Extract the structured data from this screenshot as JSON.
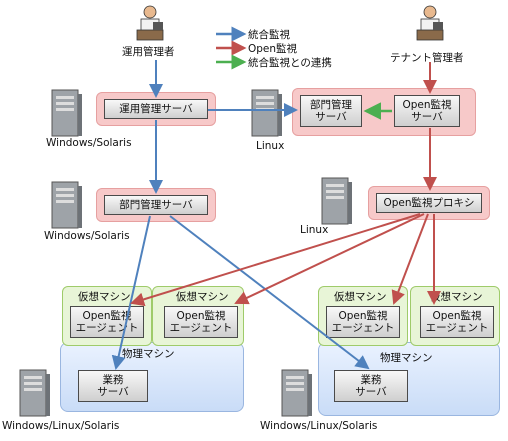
{
  "legend": {
    "integrated": "統合監視",
    "open": "Open監視",
    "link": "統合監視との連携",
    "colors": {
      "integrated": "#4f81bd",
      "open": "#c0504d",
      "link": "#4caf50"
    }
  },
  "actors": {
    "ops_admin": "運用管理者",
    "tenant_admin": "テナント管理者"
  },
  "nodes": {
    "ops_server": "運用管理サーバ",
    "dept_server_top_line1": "部門管理",
    "dept_server_top_line2": "サーバ",
    "open_server_line1": "Open監視",
    "open_server_line2": "サーバ",
    "dept_server_mid": "部門管理サーバ",
    "open_proxy": "Open監視プロキシ"
  },
  "os_labels": {
    "ws1": "Windows/Solaris",
    "linux1": "Linux",
    "ws2": "Windows/Solaris",
    "linux2": "Linux",
    "wls1": "Windows/Linux/Solaris",
    "wls2": "Windows/Linux/Solaris"
  },
  "vms": {
    "vm_label": "仮想マシン",
    "agent_line1": "Open監視",
    "agent_line2": "エージェント"
  },
  "physical": {
    "label": "物理マシン",
    "biz_line1": "業務",
    "biz_line2": "サーバ"
  }
}
